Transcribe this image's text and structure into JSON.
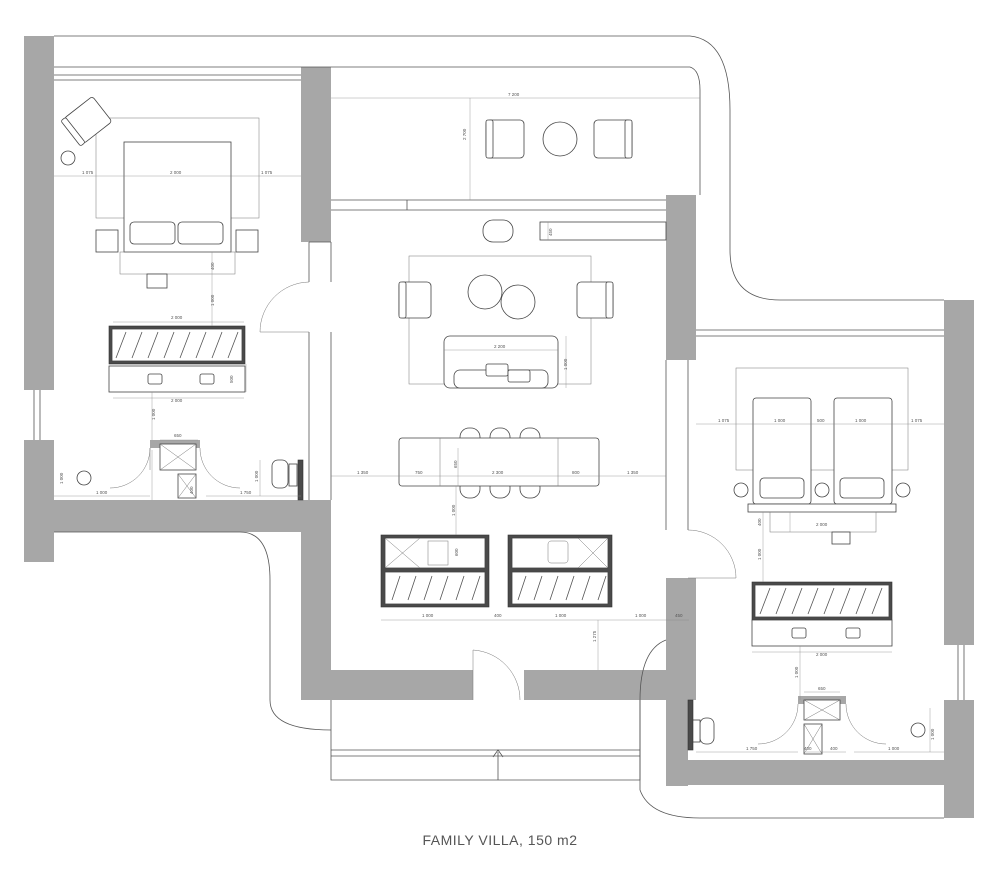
{
  "caption": "FAMILY VILLA, 150 m2",
  "dimensions": {
    "terrace_width": "7 200",
    "terrace_depth": "2 700",
    "bed1_left": "1 075",
    "bed1_width": "2 000",
    "bed1_right": "1 075",
    "bed1_depth": "400",
    "bed1_to_dresser": "1 000",
    "dresser1_top": "2 000",
    "dresser1_bottom": "2 000",
    "vanity1_depth": "500",
    "bath1_gap": "1 000",
    "shower1_width": "650",
    "bath1_door": "1 000",
    "bath1_left": "1 000",
    "bath1_toilet": "1 750",
    "bath1_small": "400",
    "living_sofa": "2 200",
    "living_rug": "1 000",
    "tv_unit": "450",
    "island_left_gap": "1 350",
    "island_left": "750",
    "island_total": "2 300",
    "island_right": "800",
    "island_right_gap": "1 350",
    "island_height": "650",
    "kitchen_gap": "1 000",
    "counter_depth": "600",
    "kitchen_left": "1 000",
    "kitchen_mid": "400",
    "kitchen_right": "1 000",
    "kitchen_side": "1 000",
    "kitchen_end": "450",
    "entry_gap": "1 275",
    "beds2_left": "1 075",
    "bed2a": "1 000",
    "beds2_gap": "500",
    "bed2b": "1 000",
    "beds2_right": "1 075",
    "bench2": "2 000",
    "bench2_depth": "400",
    "beds2_to_dresser": "1 000",
    "vanity2": "2 000",
    "bath2_gap": "1 000",
    "shower2_width": "650",
    "bath2_toilet": "1 750",
    "bath2_small": "400",
    "bath2_mid": "400",
    "bath2_right": "1 000"
  },
  "colors": {
    "wall": "#a7a7a7",
    "line": "#555555",
    "dark": "#4a4a4a"
  }
}
